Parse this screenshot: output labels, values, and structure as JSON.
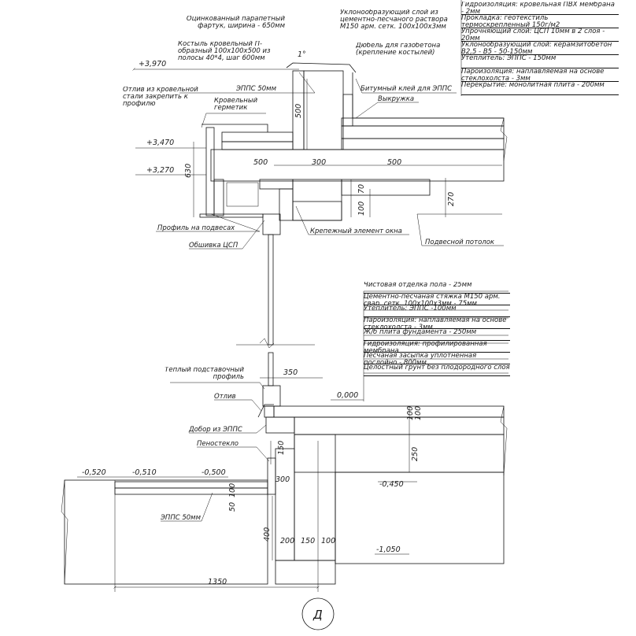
{
  "top": {
    "parapet_flashing": "Оцинкованный парапетный фартук, ширина - 650мм",
    "crutch": "Костыль кровельный П-образный 100х100х500 из полосы 40*4, шаг 600мм",
    "slope_layer": "Уклонообразующий слой из цементно-песчаного раствора М150 арм. сетк. 100х100х3мм",
    "dowel": "Дюбель для газобетона (крепление костылей)",
    "slope_mark": "1°",
    "elev_3970": "+3,970",
    "epps_50": "ЭППС 50мм",
    "bitumen_glue": "Битумный клей для ЭППС",
    "fillet": "Выкружка",
    "drip_roof": "Отлив из кровельной стали закрепить к профилю",
    "sealant": "Кровельный герметик",
    "elev_3470": "+3,470",
    "elev_3270": "+3,270",
    "dim_500_vert": "500",
    "dim_630": "630",
    "dim_500_a": "500",
    "dim_300": "300",
    "dim_500_b": "500",
    "dim_70": "70",
    "dim_100": "100",
    "dim_270": "270",
    "profile_hangers": "Профиль на подвесах",
    "window_fixing": "Крепежный элемент окна",
    "csp_cladding": "Обшивка ЦСП",
    "suspended_ceiling": "Подвесной потолок"
  },
  "roof_layers": [
    "Гидроизоляция: кровельная ПВХ мембрана - 2мм",
    "Прокладка: геотекстиль термоскрепленный 150г/м2",
    "Упрочняющий слой: ЦСП 10мм в 2 слоя - 20мм",
    "Уклонообразующий слой: керамзитобетон В2,5 - В5 - 50-150мм",
    "Утеплитель: ЭППС - 150мм",
    "Пароизоляция: наплавляемая на основе стеклохолста - 3мм",
    "Перекрытие: монолитная плита - 200мм"
  ],
  "floor_layers": [
    "Чистовая отделка пола - 25мм",
    "Цементно-песчаная стяжка М150 арм. свар. сетк. 100х100х3мм - 75мм",
    "Утеплитель: ЭППС -100мм",
    "Пароизоляция: наплавляемая на основе стеклохолста - 3мм",
    "Ж/б плита фундамента - 250мм",
    "Гидроизоляция: профилированная мембрана",
    "Песчаная засыпка уплотненная послойно - 800мм",
    "Целостный грунт без плодородного слоя"
  ],
  "bottom": {
    "warm_profile": "Теплый подставочный профиль",
    "dim_350": "350",
    "elev_0000": "0,000",
    "drip_window": "Отлив",
    "epps_insert": "Добор из ЭППС",
    "foam_glass": "Пеностекло",
    "dim_150_vert": "150",
    "dim_100_floor": "100",
    "dim_100_floor_b": "100",
    "dim_250": "250",
    "elev_0520": "-0,520",
    "elev_0510": "-0,510",
    "elev_0500": "-0,500",
    "dim_300_b": "300",
    "elev_0450": "-0,450",
    "dim_100_blind": "100",
    "dim_50": "50",
    "epps_50_b": "ЭППС 50мм",
    "dim_400": "400",
    "dim_200": "200",
    "dim_150": "150",
    "dim_100_c": "100",
    "elev_1050": "-1,050",
    "dim_1350": "1350",
    "section_mark": "Д"
  },
  "colors": {
    "insulation": "#e7c8a4",
    "concrete": "#d6d6d6",
    "glass": "#bcd7ef",
    "foam_glass": "#cfe3cf",
    "soil": "#f1f1f1"
  }
}
